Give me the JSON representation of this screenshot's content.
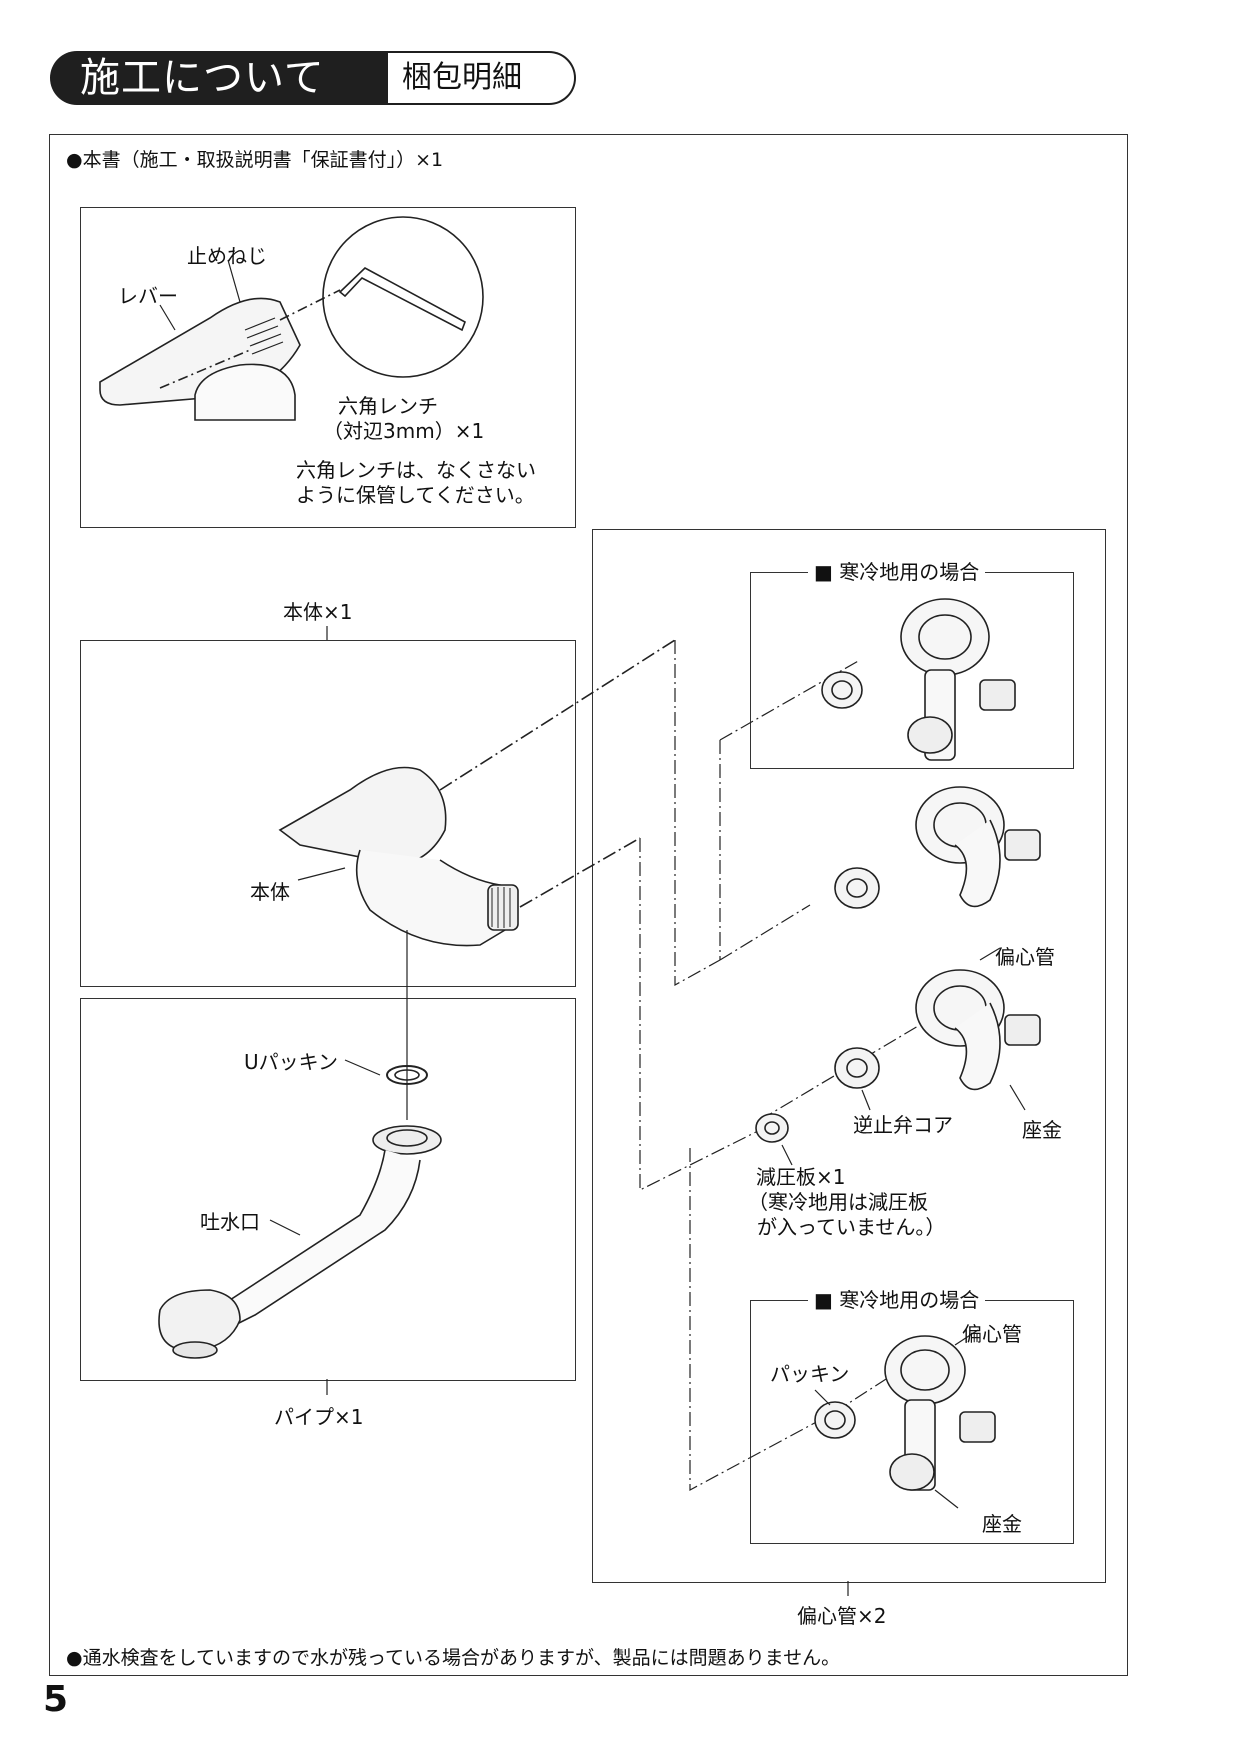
{
  "header": {
    "title": "施工について",
    "subtitle": "梱包明細"
  },
  "notes": {
    "top": "●本書（施工・取扱説明書「保証書付」）×1",
    "bottom": "●通水検査をしていますので水が残っている場合がありますが、製品には問題ありません。"
  },
  "lever_box": {
    "set_screw": "止めねじ",
    "lever": "レバー",
    "hex_wrench": "六角レンチ",
    "hex_wrench_size": "（対辺3mm）×1",
    "caution_line1": "六角レンチは、なくさない",
    "caution_line2": "ように保管してください。"
  },
  "body_box": {
    "caption": "本体×1",
    "label": "本体"
  },
  "pipe_box": {
    "caption": "パイプ×1",
    "u_packing": "Uパッキン",
    "spout": "吐水口"
  },
  "eccentric_box": {
    "caption": "偏心管×2",
    "cold_region_title_1": "■ 寒冷地用の場合",
    "cold_region_title_2": "■ 寒冷地用の場合",
    "eccentric_pipe": "偏心管",
    "check_valve_core": "逆止弁コア",
    "washer": "座金",
    "reducer_line1": "減圧板×1",
    "reducer_line2": "（寒冷地用は減圧板",
    "reducer_line3": "が入っていません。）",
    "eccentric_pipe_2": "偏心管",
    "packing": "パッキン",
    "washer_2": "座金"
  },
  "page_number": "5"
}
